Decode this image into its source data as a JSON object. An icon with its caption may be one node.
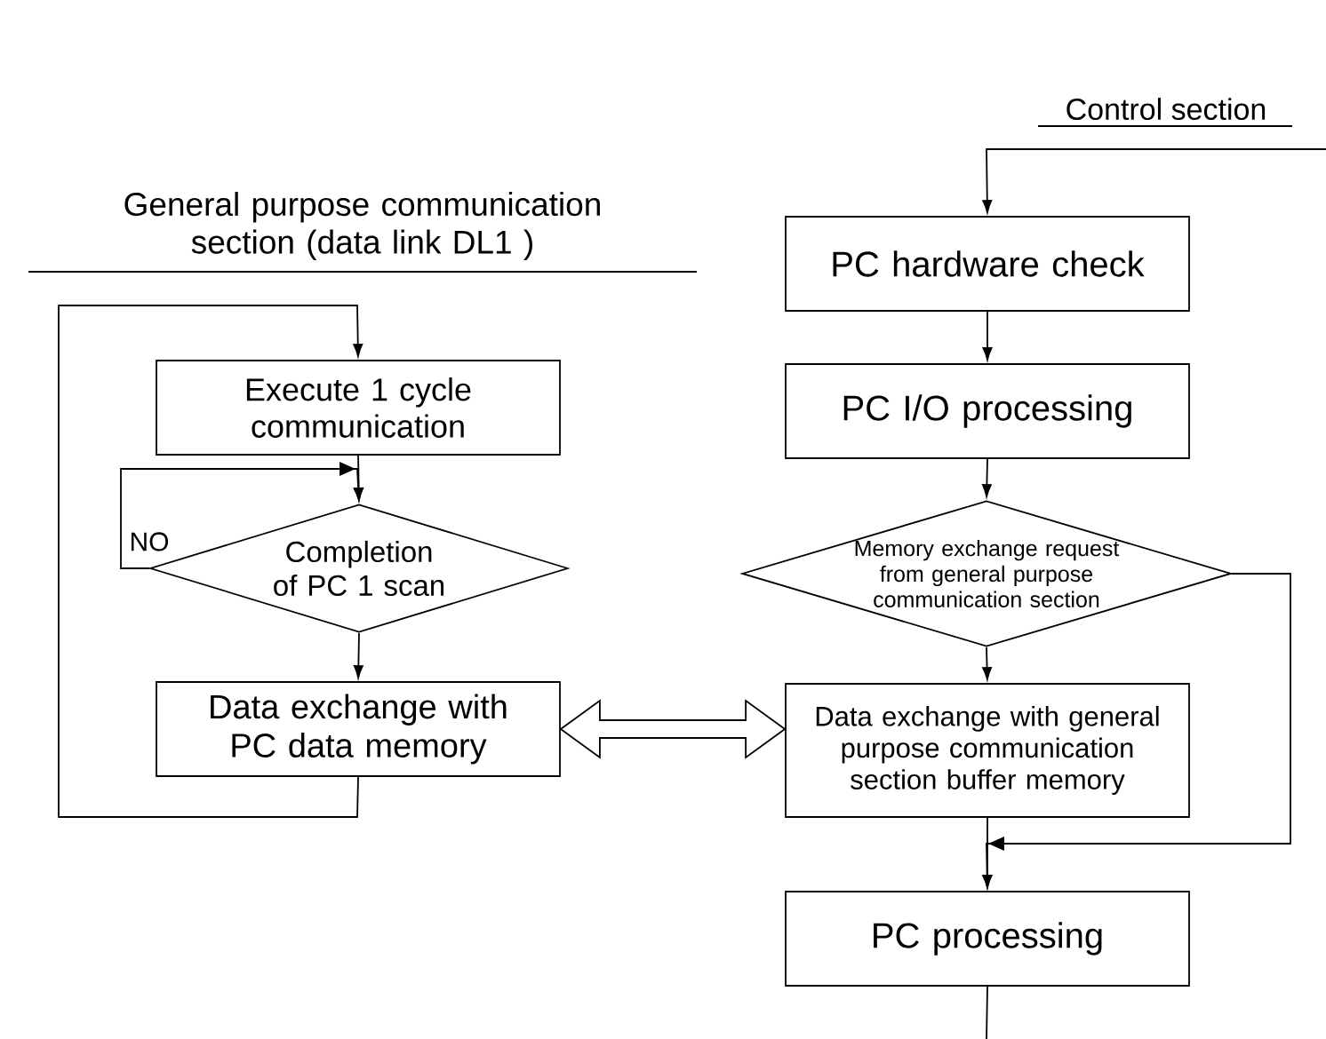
{
  "diagram": {
    "nodes": [
      {
        "text": [
          "Execute 1 cycle communication"
        ]
      },
      {
        "text": [
          "Completion of PC 1 scan"
        ]
      },
      {
        "text": [
          "Data exchange with PC data memory"
        ]
      },
      {
        "text": [
          "PC hardware check"
        ]
      },
      {
        "text": [
          "PC I/O processing"
        ]
      },
      {
        "text": [
          "Memory exchange request from general purpose communication section"
        ]
      },
      {
        "text": [
          "Data exchange with general purpose communication section buffer memory"
        ]
      },
      {
        "text": [
          "PC processing"
        ]
      }
    ],
    "edges": [
      {
        "from": 0,
        "to": 1,
        "arrow": "to"
      },
      {
        "from": 1,
        "to": 1,
        "arrow": "to",
        "label": "NO"
      },
      {
        "from": 1,
        "to": 2,
        "arrow": "to"
      },
      {
        "from": 2,
        "to": 0,
        "arrow": "to"
      },
      {
        "from": 2,
        "to": 6,
        "arrow": "both",
        "style": "thick"
      },
      {
        "from": null,
        "to": 3,
        "arrow": "to"
      },
      {
        "from": 3,
        "to": 4,
        "arrow": "to"
      },
      {
        "from": 4,
        "to": 5,
        "arrow": "to"
      },
      {
        "from": 5,
        "to": 6,
        "arrow": "to"
      },
      {
        "from": 5,
        "to": 7,
        "arrow": "to"
      },
      {
        "from": 6,
        "to": 7,
        "arrow": "to"
      },
      {
        "from": 7,
        "to": null,
        "arrow": "none"
      }
    ],
    "labels": [
      "Control section",
      "General purpose communication section (data link DL1 )"
    ]
  }
}
